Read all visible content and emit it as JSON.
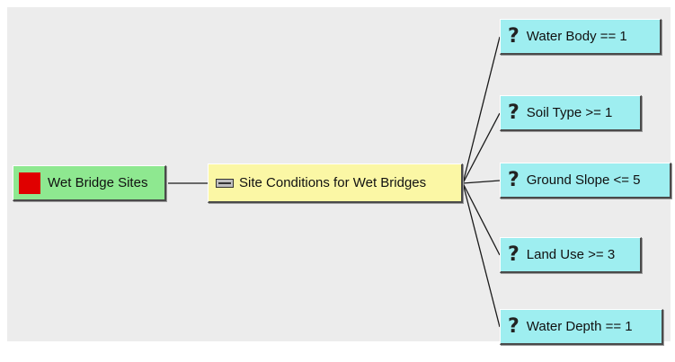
{
  "diagram": {
    "root": {
      "label": "Wet Bridge Sites",
      "icon": "red-square-icon",
      "color": "#e00000"
    },
    "group": {
      "label": "Site Conditions for Wet Bridges",
      "icon": "and-operator-icon"
    },
    "conditions": [
      {
        "label": "Water Body == 1",
        "icon": "question-mark-icon"
      },
      {
        "label": "Soil Type >= 1",
        "icon": "question-mark-icon"
      },
      {
        "label": "Ground Slope <= 5",
        "icon": "question-mark-icon"
      },
      {
        "label": "Land Use >= 3",
        "icon": "question-mark-icon"
      },
      {
        "label": "Water Depth == 1",
        "icon": "question-mark-icon"
      }
    ],
    "colors": {
      "root_bg": "#8ee890",
      "group_bg": "#fbf7a5",
      "condition_bg": "#9eeef0",
      "panel_bg": "#ececec"
    }
  }
}
